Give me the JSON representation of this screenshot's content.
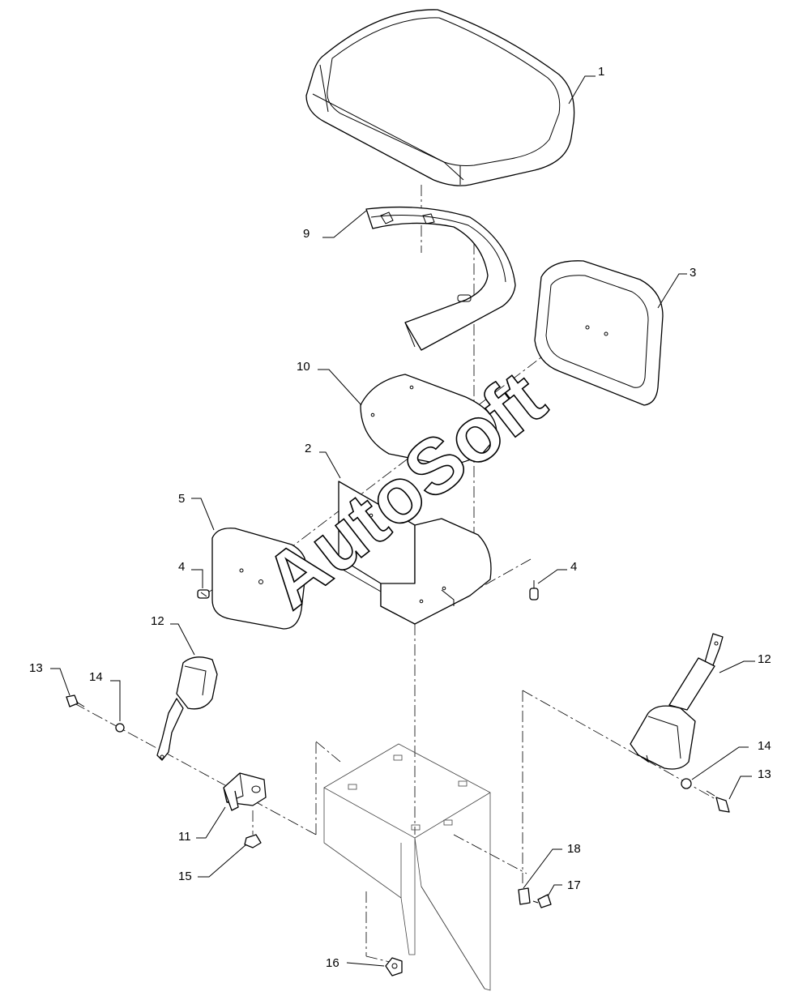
{
  "watermark": "AutoSoft",
  "callouts": {
    "c1": "1",
    "c2": "2",
    "c3": "3",
    "c4a": "4",
    "c4b": "4",
    "c5": "5",
    "c9": "9",
    "c10": "10",
    "c11": "11",
    "c12a": "12",
    "c12b": "12",
    "c13a": "13",
    "c13b": "13",
    "c14a": "14",
    "c14b": "14",
    "c15": "15",
    "c16": "16",
    "c17": "17",
    "c18": "18"
  }
}
